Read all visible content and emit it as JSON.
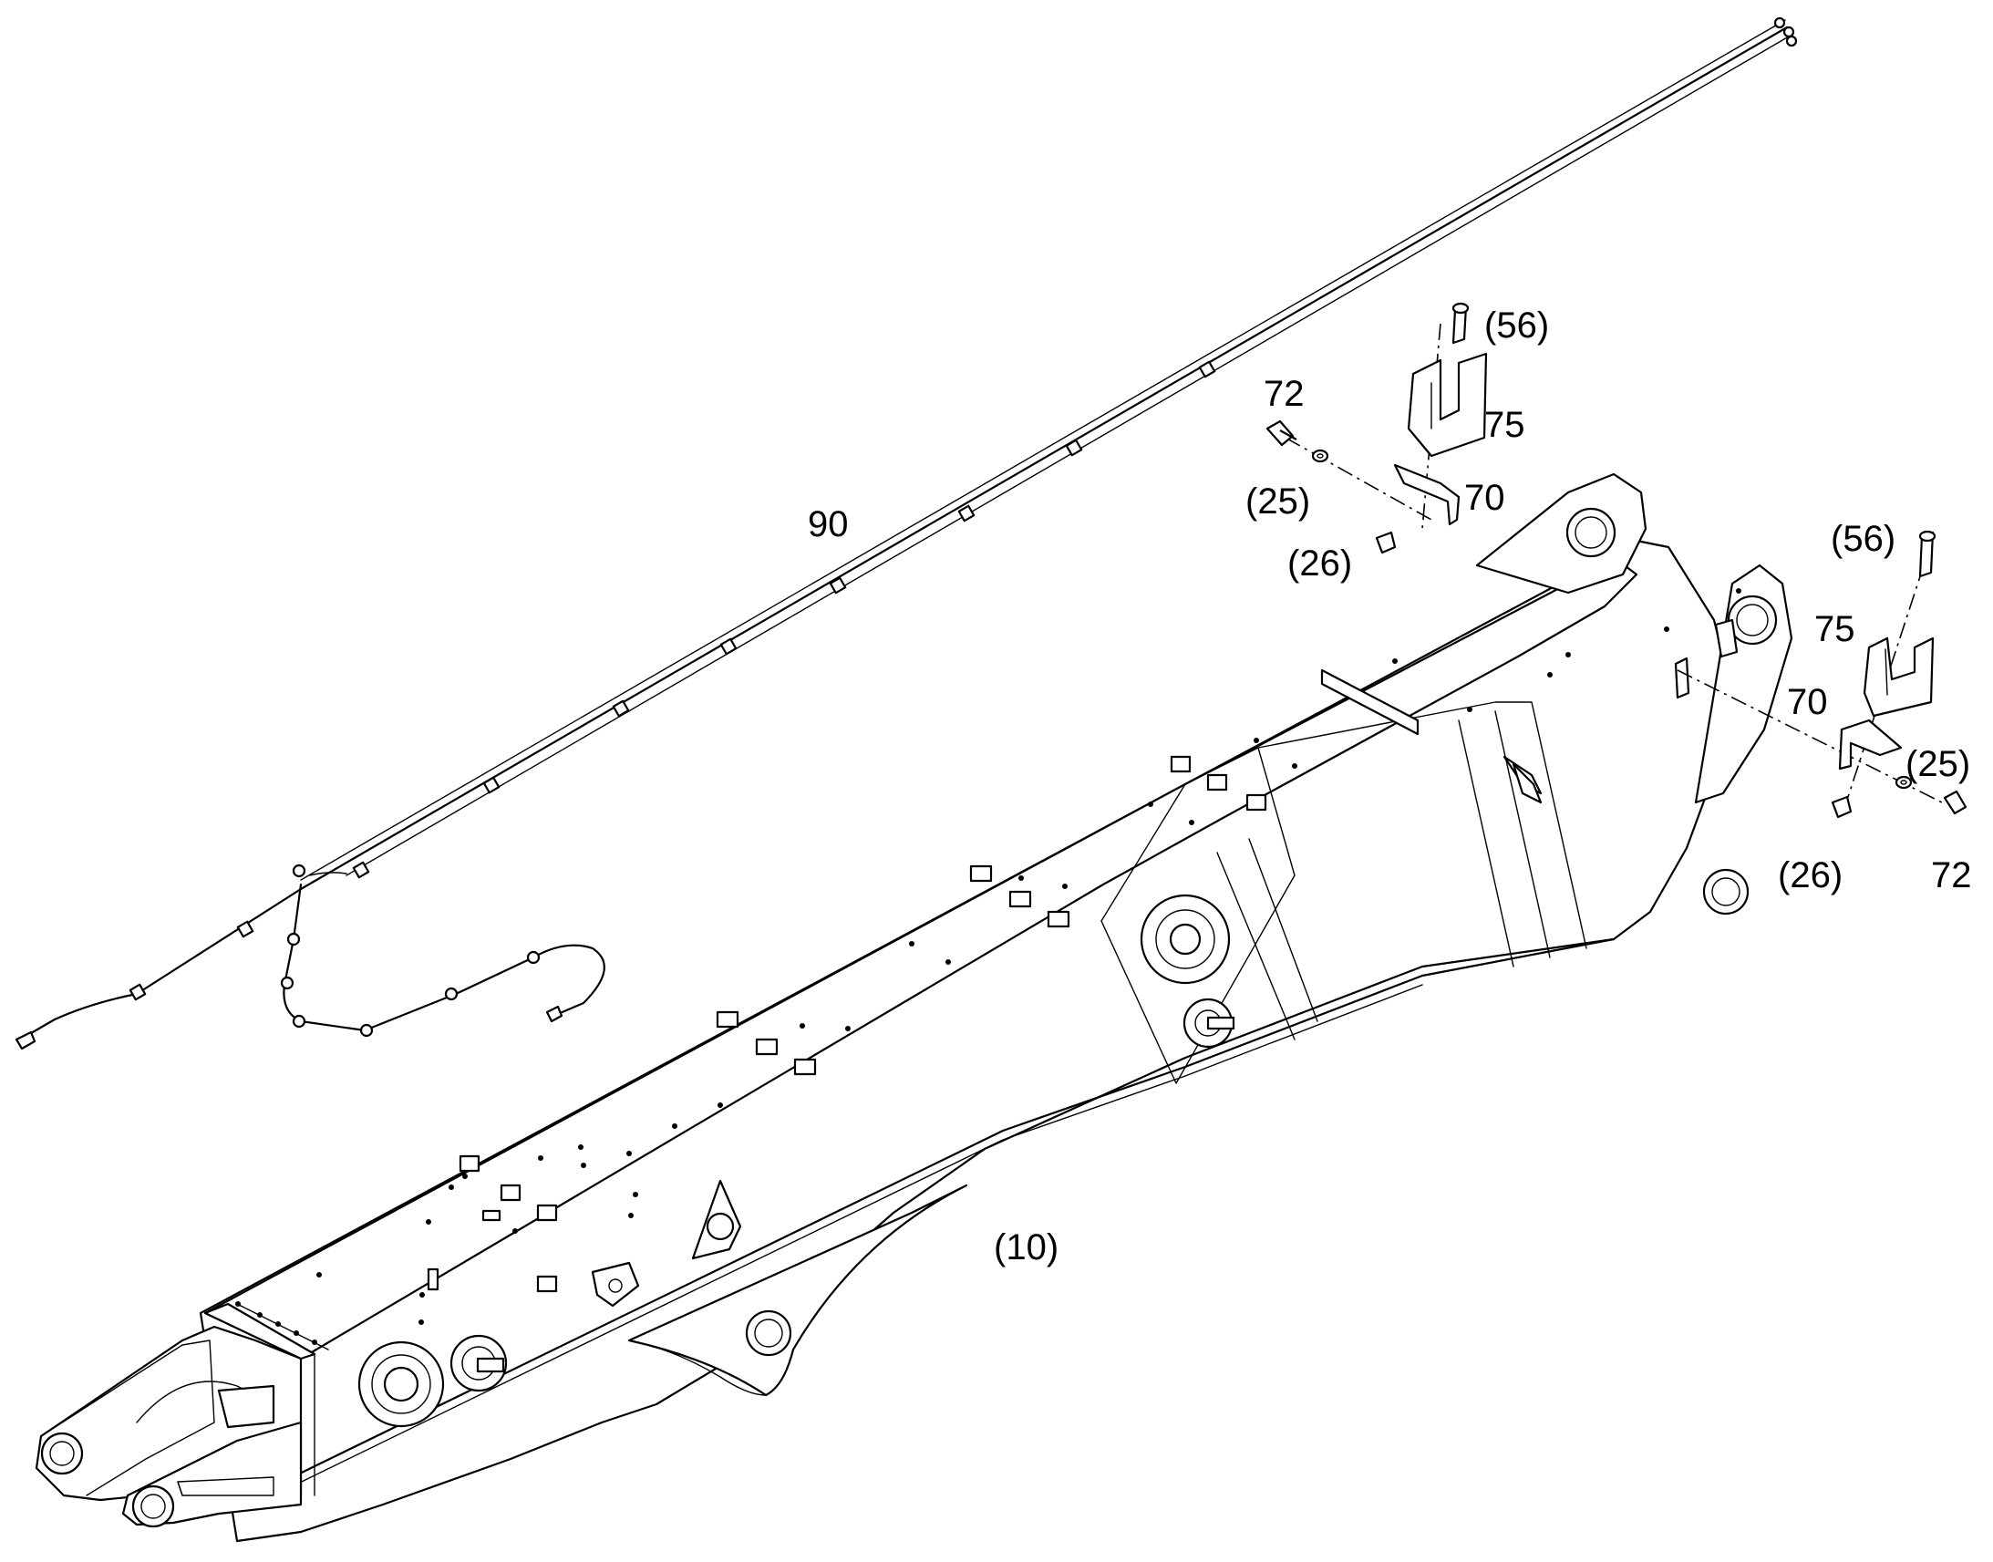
{
  "callouts": {
    "hose_assembly": "90",
    "screw_left": "72",
    "screw_right": "72",
    "bolt_left": "(56)",
    "bolt_right": "(56)",
    "clamp_cover_left": "75",
    "clamp_cover_right": "75",
    "bracket_left": "70",
    "bracket_right": "70",
    "washer_left": "(25)",
    "washer_right": "(25)",
    "nut_left": "(26)",
    "nut_right": "(26)",
    "boom": "(10)"
  }
}
